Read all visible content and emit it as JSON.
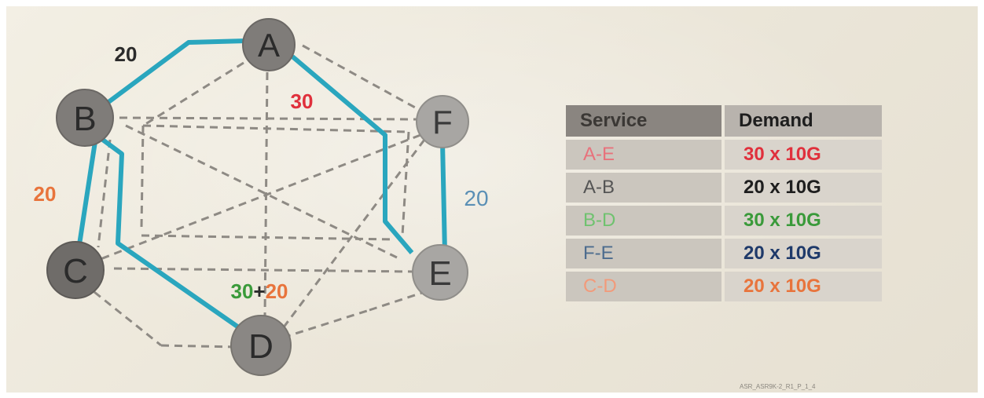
{
  "caption": "",
  "colors": {
    "path": "#2aa6be",
    "dashed": "#8e8a84",
    "node_fill": "#7f7c79",
    "node_fill_light": "#a8a6a3",
    "label_dark": "#2b2b2b",
    "red": "#e0303c",
    "orange": "#e8743c",
    "green": "#3a9a3a",
    "blue": "#5a8fb5",
    "navy": "#1f3a6a",
    "gray_label": "#555555"
  },
  "nodes": [
    {
      "id": "A",
      "label": "A"
    },
    {
      "id": "B",
      "label": "B"
    },
    {
      "id": "C",
      "label": "C"
    },
    {
      "id": "D",
      "label": "D"
    },
    {
      "id": "E",
      "label": "E"
    },
    {
      "id": "F",
      "label": "F"
    }
  ],
  "link_labels": {
    "ab": "20",
    "ae": "30",
    "bc": "20",
    "fe": "20",
    "cd_green": "30",
    "cd_plus": "+",
    "cd_orange": "20"
  },
  "table": {
    "headers": {
      "service": "Service",
      "demand": "Demand"
    },
    "rows": [
      {
        "service": "A-E",
        "demand": "30 x 10G",
        "service_color": "#e8727c",
        "demand_color": "#e0303c"
      },
      {
        "service": "A-B",
        "demand": "20 x 10G",
        "service_color": "#555555",
        "demand_color": "#1e1e1e"
      },
      {
        "service": "B-D",
        "demand": "30 x 10G",
        "service_color": "#6fc26f",
        "demand_color": "#3a9a3a"
      },
      {
        "service": "F-E",
        "demand": "20 x 10G",
        "service_color": "#4d6c8e",
        "demand_color": "#1f3a6a"
      },
      {
        "service": "C-D",
        "demand": "20 x 10G",
        "service_color": "#f29a7a",
        "demand_color": "#e8743c"
      }
    ]
  },
  "watermark": "ASR_ASR9K-2_R1_P_1_4"
}
